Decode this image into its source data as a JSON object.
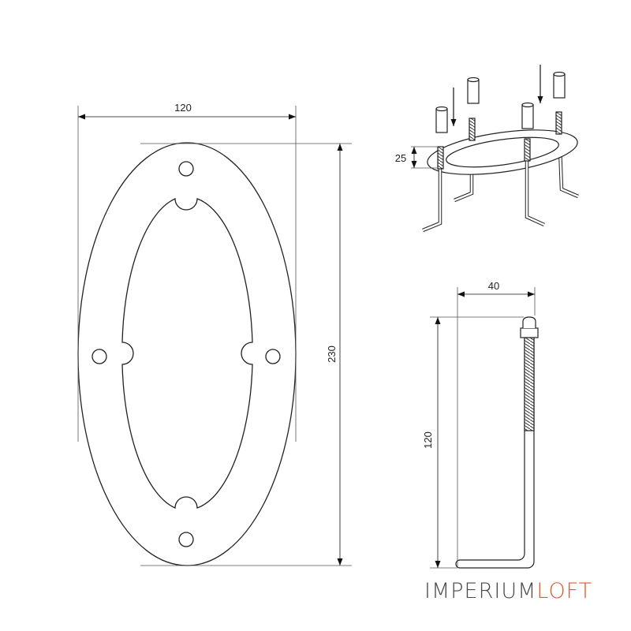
{
  "dimensions": {
    "plate_width": "120",
    "plate_height": "230",
    "ring_height": "25",
    "bolt_width": "40",
    "bolt_height": "120"
  },
  "brand": {
    "name_main": "IMPERIUM",
    "name_accent": "LOFT",
    "accent_color": "#e3592d",
    "text_color": "#4a4a4a"
  }
}
